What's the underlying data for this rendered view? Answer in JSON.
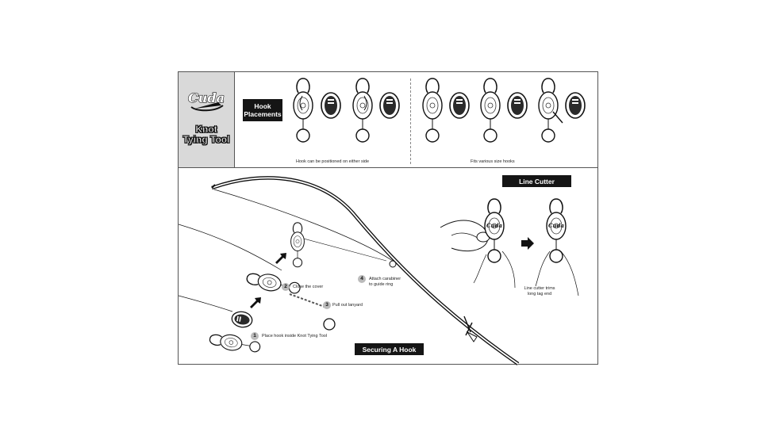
{
  "brand": {
    "logo_text": "Cuda",
    "title_line1": "Knot",
    "title_line2": "Tying Tool"
  },
  "hook_placements": {
    "badge_line1": "Hook",
    "badge_line2": "Placements",
    "caption_left": "Hook can be positioned on either side",
    "caption_right": "Fits various size hooks"
  },
  "line_cutter": {
    "badge": "Line Cutter",
    "note_line1": "Line cutter trims",
    "note_line2": "long tag end"
  },
  "securing": {
    "badge": "Securing A Hook",
    "steps": [
      {
        "num": "1",
        "text": "Place hook inside Knot Tying Tool"
      },
      {
        "num": "2",
        "text": "Close the cover"
      },
      {
        "num": "3",
        "text": "Pull out lanyard"
      },
      {
        "num": "4",
        "text_line1": "Attach carabiner",
        "text_line2": "to guide ring"
      }
    ]
  },
  "icons": [
    "cuda-logo-icon",
    "knot-tool-icon",
    "fishing-rod-icon",
    "arrow-right-icon",
    "arrow-up-icon",
    "hand-icon"
  ]
}
